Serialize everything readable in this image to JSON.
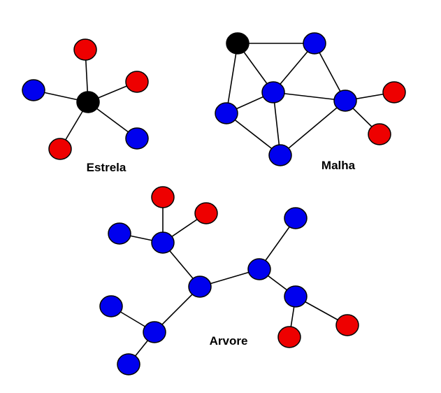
{
  "colors": {
    "hub": "#000000",
    "node_blue": "#0000ee",
    "node_red": "#ee0000",
    "edge": "#000000",
    "background": "#ffffff"
  },
  "diagrams": {
    "star": {
      "label": "Estrela",
      "nodes": [
        {
          "id": "c",
          "type": "hub"
        },
        {
          "id": "r1",
          "type": "red"
        },
        {
          "id": "r2",
          "type": "red"
        },
        {
          "id": "r3",
          "type": "red"
        },
        {
          "id": "b1",
          "type": "blue"
        },
        {
          "id": "b2",
          "type": "blue"
        }
      ],
      "edges": [
        [
          "c",
          "r1"
        ],
        [
          "c",
          "r2"
        ],
        [
          "c",
          "r3"
        ],
        [
          "c",
          "b1"
        ],
        [
          "c",
          "b2"
        ]
      ]
    },
    "mesh": {
      "label": "Malha",
      "nodes": [
        {
          "id": "k",
          "type": "hub"
        },
        {
          "id": "t",
          "type": "blue"
        },
        {
          "id": "m",
          "type": "blue"
        },
        {
          "id": "r",
          "type": "blue"
        },
        {
          "id": "l",
          "type": "blue"
        },
        {
          "id": "bo",
          "type": "blue"
        },
        {
          "id": "x1",
          "type": "red"
        },
        {
          "id": "x2",
          "type": "red"
        }
      ],
      "edges": [
        [
          "k",
          "t"
        ],
        [
          "k",
          "m"
        ],
        [
          "k",
          "l"
        ],
        [
          "t",
          "m"
        ],
        [
          "t",
          "r"
        ],
        [
          "m",
          "r"
        ],
        [
          "m",
          "l"
        ],
        [
          "m",
          "bo"
        ],
        [
          "l",
          "bo"
        ],
        [
          "bo",
          "r"
        ],
        [
          "r",
          "x1"
        ],
        [
          "r",
          "x2"
        ]
      ]
    },
    "tree": {
      "label": "Arvore",
      "nodes": [
        {
          "id": "root",
          "type": "blue"
        },
        {
          "id": "a",
          "type": "blue"
        },
        {
          "id": "a1",
          "type": "blue"
        },
        {
          "id": "a2",
          "type": "red"
        },
        {
          "id": "a3",
          "type": "red"
        },
        {
          "id": "d",
          "type": "blue"
        },
        {
          "id": "d1",
          "type": "blue"
        },
        {
          "id": "d2",
          "type": "blue"
        },
        {
          "id": "e",
          "type": "blue"
        },
        {
          "id": "e1",
          "type": "blue"
        },
        {
          "id": "f",
          "type": "blue"
        },
        {
          "id": "f1",
          "type": "red"
        },
        {
          "id": "f2",
          "type": "red"
        }
      ],
      "edges": [
        [
          "root",
          "a"
        ],
        [
          "a",
          "a1"
        ],
        [
          "a",
          "a2"
        ],
        [
          "a",
          "a3"
        ],
        [
          "root",
          "d"
        ],
        [
          "d",
          "d1"
        ],
        [
          "d",
          "d2"
        ],
        [
          "root",
          "e"
        ],
        [
          "e",
          "e1"
        ],
        [
          "e",
          "f"
        ],
        [
          "f",
          "f1"
        ],
        [
          "f",
          "f2"
        ]
      ]
    }
  }
}
